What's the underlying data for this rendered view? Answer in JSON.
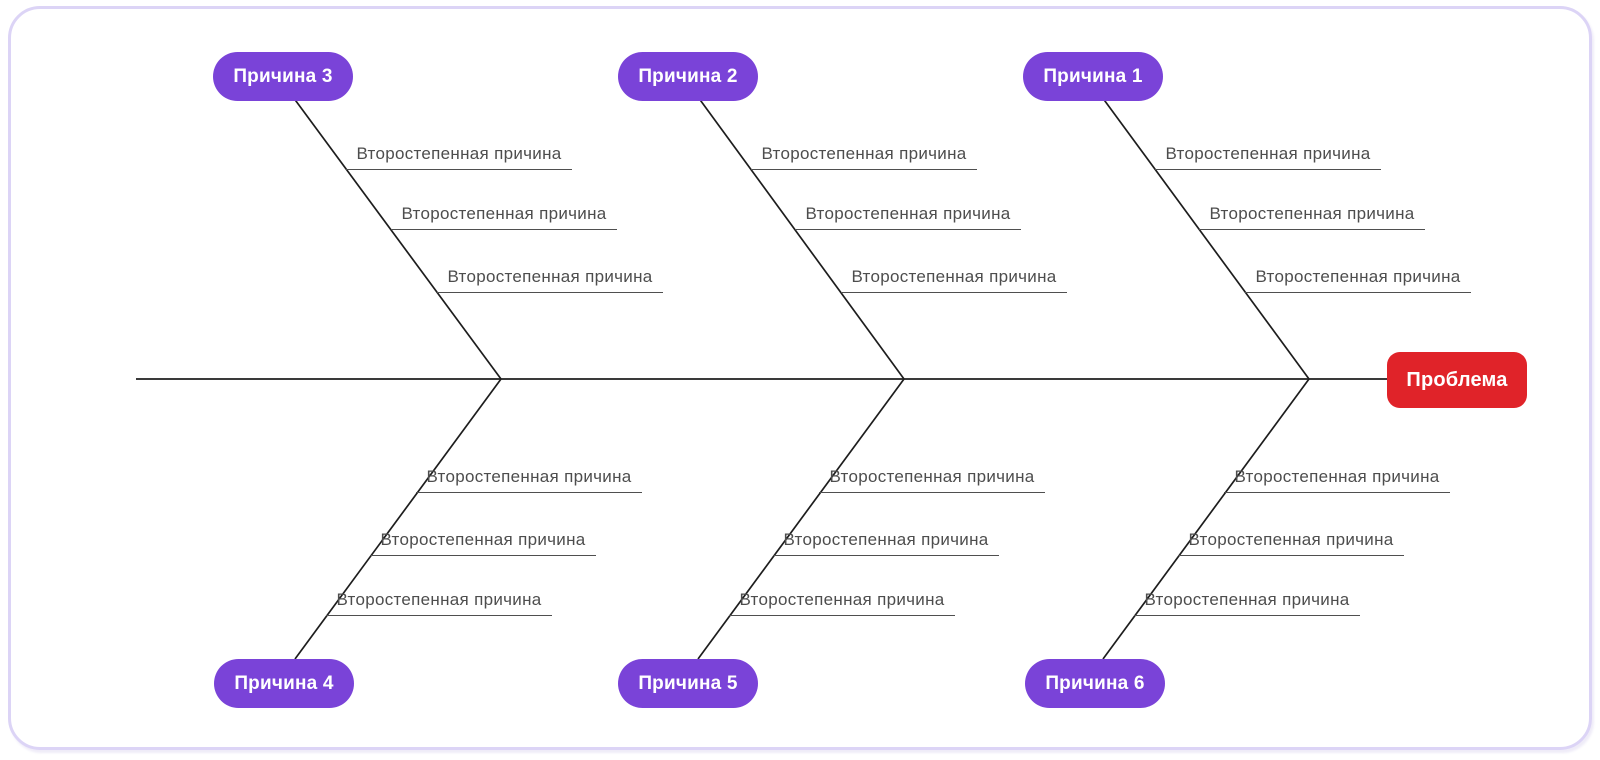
{
  "diagram": {
    "type": "fishbone",
    "problem": {
      "label": "Проблема"
    },
    "branches": [
      {
        "label": "Причина 1",
        "side": "top",
        "sub_causes": [
          "Второстепенная причина",
          "Второстепенная причина",
          "Второстепенная причина"
        ]
      },
      {
        "label": "Причина 2",
        "side": "top",
        "sub_causes": [
          "Второстепенная причина",
          "Второстепенная причина",
          "Второстепенная причина"
        ]
      },
      {
        "label": "Причина 3",
        "side": "top",
        "sub_causes": [
          "Второстепенная причина",
          "Второстепенная причина",
          "Второстепенная причина"
        ]
      },
      {
        "label": "Причина 4",
        "side": "bottom",
        "sub_causes": [
          "Второстепенная причина",
          "Второстепенная причина",
          "Второстепенная причина"
        ]
      },
      {
        "label": "Причина 5",
        "side": "bottom",
        "sub_causes": [
          "Второстепенная причина",
          "Второстепенная причина",
          "Второстепенная причина"
        ]
      },
      {
        "label": "Причина 6",
        "side": "bottom",
        "sub_causes": [
          "Второстепенная причина",
          "Второстепенная причина",
          "Второстепенная причина"
        ]
      }
    ],
    "colors": {
      "cause_fill": "#7a43d8",
      "problem_fill": "#e02329",
      "spine_line": "#3a3a3a",
      "branch_line": "#1d1d1d",
      "sub_cause_line": "#4f4f4f",
      "sub_cause_text": "#4d4d4d",
      "frame_border": "#dcd4f6",
      "node_text": "#ffffff"
    }
  }
}
